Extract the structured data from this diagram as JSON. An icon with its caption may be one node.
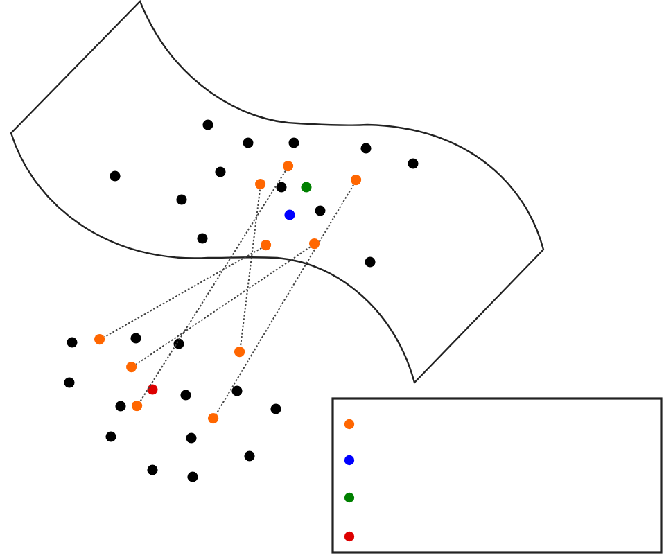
{
  "diagram": {
    "nodes": [
      {
        "text": [],
        "shape": "circle"
      },
      {
        "text": [],
        "shape": "circle"
      },
      {
        "text": [],
        "shape": "circle"
      },
      {
        "text": [],
        "shape": "circle"
      },
      {
        "text": [],
        "shape": "circle"
      },
      {
        "text": [],
        "shape": "circle"
      },
      {
        "text": [],
        "shape": "circle"
      },
      {
        "text": [],
        "shape": "circle"
      },
      {
        "text": [],
        "shape": "circle"
      },
      {
        "text": [],
        "shape": "circle"
      }
    ],
    "edges": [
      {
        "from": 0,
        "to": 8,
        "arrow": "none",
        "style": "dashed"
      },
      {
        "from": 1,
        "to": 9,
        "arrow": "none",
        "style": "dashed"
      },
      {
        "from": 2,
        "to": 6,
        "arrow": "none",
        "style": "dashed"
      },
      {
        "from": 3,
        "to": 7,
        "arrow": "none",
        "style": "dashed"
      },
      {
        "from": 4,
        "to": 5,
        "arrow": "none",
        "style": "dashed"
      }
    ]
  }
}
